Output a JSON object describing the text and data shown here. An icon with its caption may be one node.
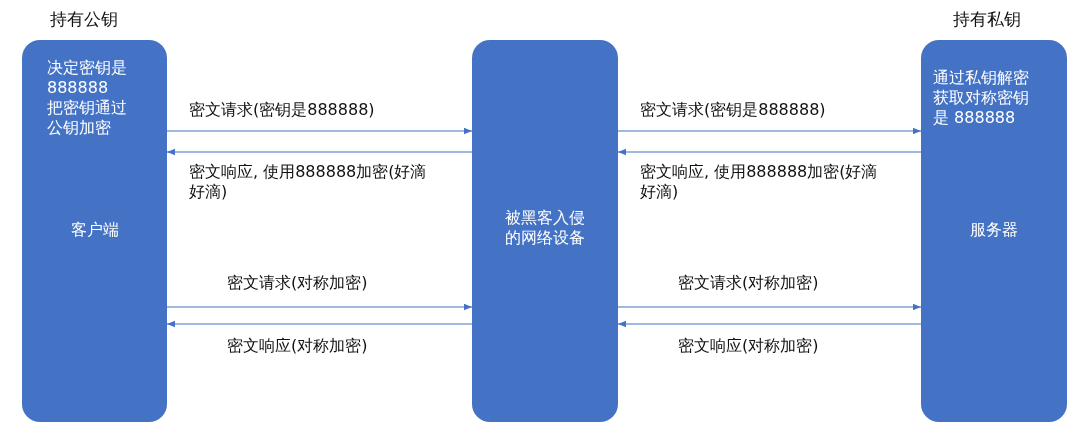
{
  "diagram": {
    "nodes": [
      {
        "text": [
          "持有公钥",
          "决定密钥是888888",
          "把密钥通过公钥加密",
          "客户端"
        ]
      },
      {
        "text": [
          "被黑客入侵的网络设备"
        ]
      },
      {
        "text": [
          "持有私钥",
          "通过私钥解密获取对称密钥是 888888",
          "服务器"
        ]
      }
    ],
    "edges": [
      {
        "from": 0,
        "to": 1,
        "arrow": "to",
        "label": "密文请求(密钥是888888)"
      },
      {
        "from": 1,
        "to": 0,
        "arrow": "to",
        "label": "密文响应, 使用888888加密(好滴好滴)"
      },
      {
        "from": 0,
        "to": 1,
        "arrow": "to",
        "label": "密文请求(对称加密)"
      },
      {
        "from": 1,
        "to": 0,
        "arrow": "to",
        "label": "密文响应(对称加密)"
      },
      {
        "from": 1,
        "to": 2,
        "arrow": "to",
        "label": "密文请求(密钥是888888)"
      },
      {
        "from": 2,
        "to": 1,
        "arrow": "to",
        "label": "密文响应, 使用888888加密(好滴好滴)"
      },
      {
        "from": 1,
        "to": 2,
        "arrow": "to",
        "label": "密文请求(对称加密)"
      },
      {
        "from": 2,
        "to": 1,
        "arrow": "to",
        "label": "密文响应(对称加密)"
      }
    ]
  }
}
